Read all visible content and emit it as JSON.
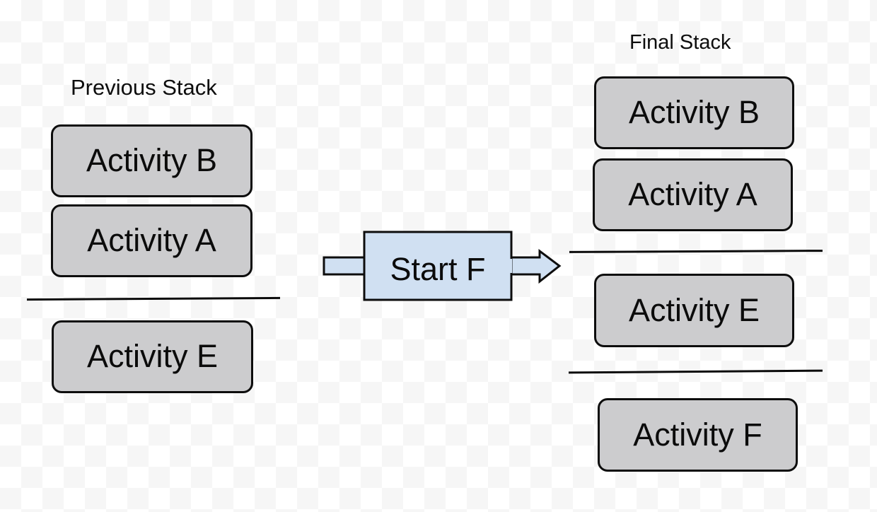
{
  "diagram": {
    "title_left": "Previous Stack",
    "title_right": "Final Stack",
    "transition_label": "Start F",
    "colors": {
      "activity_fill": "#CCCCCE",
      "activity_stroke": "#0D0D0D",
      "arrow_fill": "#D0E0F2",
      "arrow_stroke": "#0D0D0D",
      "text": "#0B0B0B",
      "background": "#FFFFFF"
    },
    "previous_stack": {
      "label": "Previous Stack",
      "tasks": [
        {
          "name": "task-1",
          "activities": [
            {
              "label": "Activity B"
            },
            {
              "label": "Activity A"
            }
          ]
        },
        {
          "name": "task-2",
          "activities": [
            {
              "label": "Activity E"
            }
          ]
        }
      ]
    },
    "final_stack": {
      "label": "Final Stack",
      "tasks": [
        {
          "name": "task-1",
          "activities": [
            {
              "label": "Activity B"
            },
            {
              "label": "Activity A"
            }
          ]
        },
        {
          "name": "task-2",
          "activities": [
            {
              "label": "Activity E"
            }
          ]
        },
        {
          "name": "task-3",
          "activities": [
            {
              "label": "Activity F"
            }
          ]
        }
      ]
    }
  }
}
